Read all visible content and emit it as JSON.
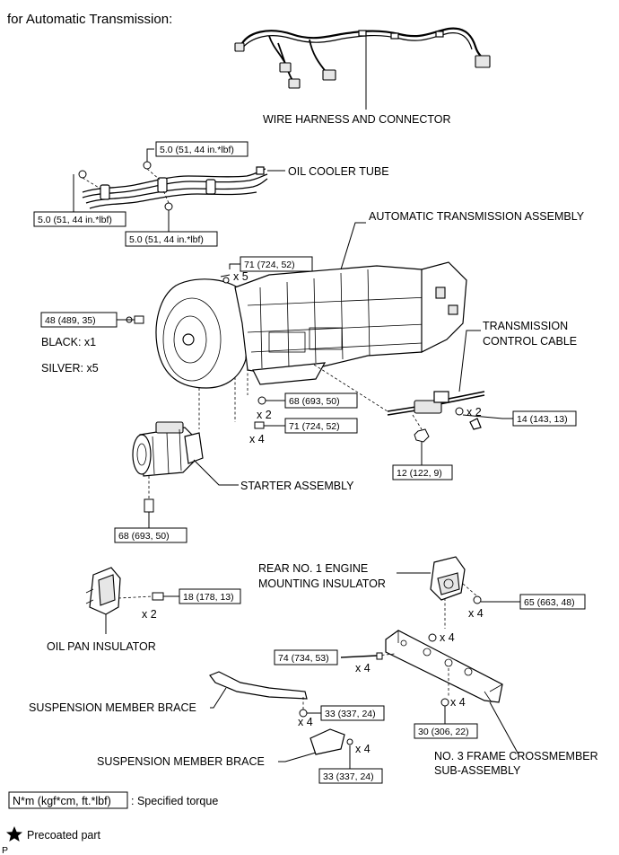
{
  "header": "for Automatic Transmission:",
  "labels": {
    "wire_harness": "WIRE HARNESS AND CONNECTOR",
    "oil_cooler_tube": "OIL COOLER TUBE",
    "at_assembly": "AUTOMATIC TRANSMISSION ASSEMBLY",
    "trans_cable_1": "TRANSMISSION",
    "trans_cable_2": "CONTROL CABLE",
    "black": "BLACK: x1",
    "silver": "SILVER: x5",
    "starter": "STARTER ASSEMBLY",
    "rear_mount_1": "REAR NO. 1 ENGINE",
    "rear_mount_2": "MOUNTING INSULATOR",
    "oil_pan_insulator": "OIL PAN INSULATOR",
    "susp_brace_1": "SUSPENSION MEMBER BRACE",
    "susp_brace_2": "SUSPENSION MEMBER BRACE",
    "crossmember_1": "NO. 3 FRAME CROSSMEMBER",
    "crossmember_2": "SUB-ASSEMBLY"
  },
  "torque": {
    "cooler_top": "5.0 (51, 44 in.*lbf)",
    "cooler_left": "5.0 (51, 44 in.*lbf)",
    "cooler_bottom": "5.0 (51, 44 in.*lbf)",
    "t71_top": "71 (724, 52)",
    "t48": "48 (489, 35)",
    "t68_mid": "68 (693, 50)",
    "t71_mid": "71 (724, 52)",
    "t14": "14 (143, 13)",
    "t12": "12 (122, 9)",
    "t68_starter": "68 (693, 50)",
    "t18": "18 (178, 13)",
    "t65": "65 (663, 48)",
    "t74": "74 (734, 53)",
    "t33_top": "33 (337, 24)",
    "t30": "30 (306, 22)",
    "t33_bottom": "33 (337, 24)"
  },
  "quantities": {
    "x5": "x 5",
    "x2_mid": "x 2",
    "x4_mid": "x 4",
    "x2_cable": "x 2",
    "x2_pan": "x 2",
    "x4_mount": "x 4",
    "x4_cross_top": "x 4",
    "x4_bolt74": "x 4",
    "x4_cross_bot": "x 4",
    "x4_brace_top": "x 4",
    "x4_brace_bot": "x 4"
  },
  "legend": {
    "unit": "N*m (kgf*cm, ft.*lbf)",
    "desc": ": Specified torque",
    "precoated": "Precoated part",
    "corner": "P"
  }
}
